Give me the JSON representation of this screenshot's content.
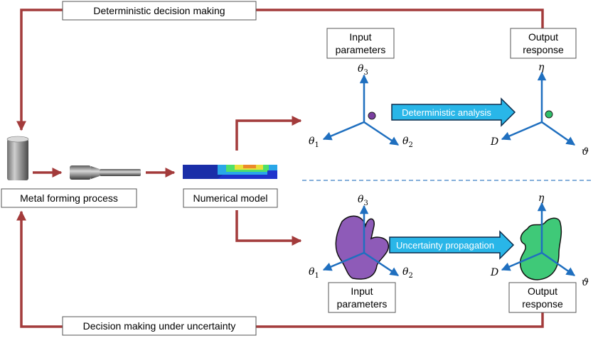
{
  "colors": {
    "flow_arrow": "#a33b3b",
    "axis": "#1f6fbf",
    "analysis_arrow_fill": "#29b6e8",
    "analysis_arrow_border": "#0b2a4a",
    "input_region_fill": "#8e5bb8",
    "output_region_fill": "#3fc978",
    "dashed_divider": "#3a7fc4"
  },
  "labels": {
    "deterministic_decision": "Deterministic decision making",
    "uncertainty_decision": "Decision making under uncertainty",
    "metal_forming": "Metal forming process",
    "numerical_model": "Numerical model",
    "input_params_top": [
      "Input",
      "parameters"
    ],
    "output_response_top": [
      "Output",
      "response"
    ],
    "input_params_bottom": [
      "Input",
      "parameters"
    ],
    "output_response_bottom": [
      "Output",
      "response"
    ],
    "deterministic_analysis": "Deterministic analysis",
    "uncertainty_propagation": "Uncertainty propagation"
  },
  "axes": {
    "input": {
      "theta3": "θ",
      "theta3_sub": "3",
      "theta1": "θ",
      "theta1_sub": "1",
      "theta2": "θ",
      "theta2_sub": "2"
    },
    "output": {
      "eta": "η",
      "D": "D",
      "vartheta": "ϑ"
    }
  },
  "icons": {
    "billet": "metal-billet-image",
    "part": "formed-part-image",
    "fe_model": "fe-model-image"
  }
}
